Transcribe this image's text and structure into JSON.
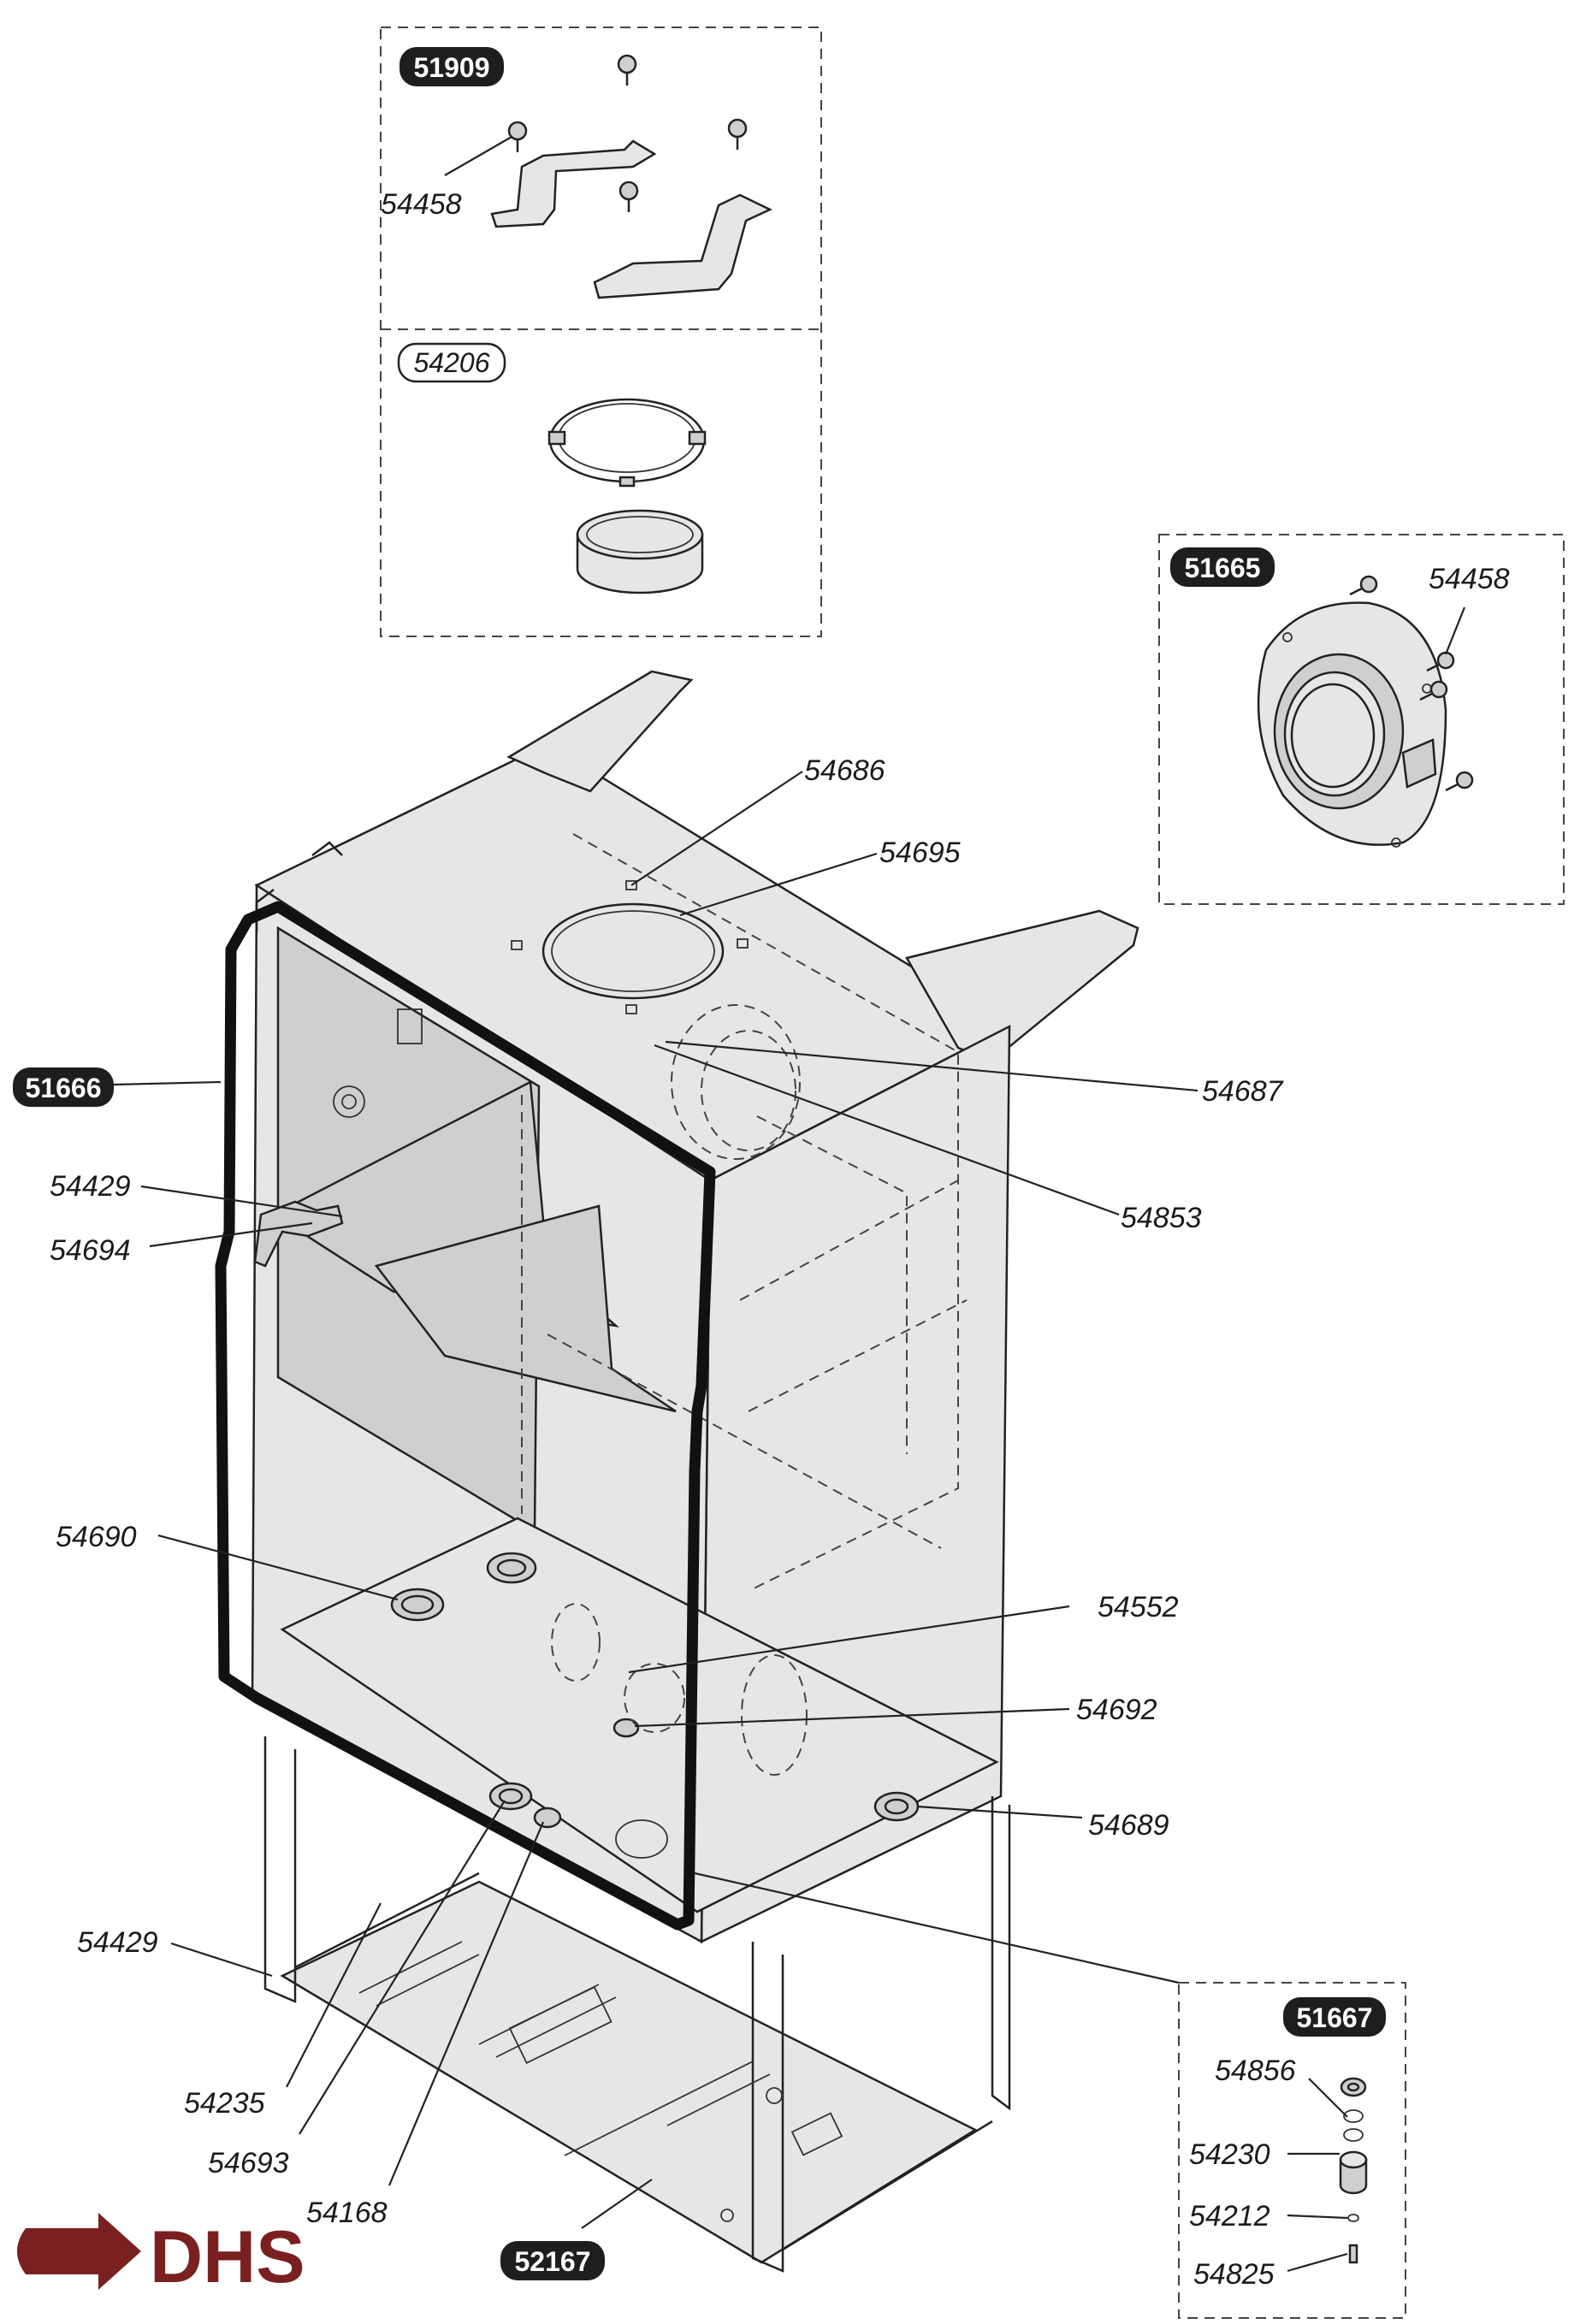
{
  "kits": {
    "k51909": "51909",
    "k54206": "54206",
    "k51665": "51665",
    "k51666": "51666",
    "k51667": "51667",
    "k52167": "52167"
  },
  "parts": {
    "p54458a": "54458",
    "p54458b": "54458",
    "p54686": "54686",
    "p54695": "54695",
    "p54687": "54687",
    "p54853": "54853",
    "p54429a": "54429",
    "p54694": "54694",
    "p54690": "54690",
    "p54552": "54552",
    "p54692": "54692",
    "p54689": "54689",
    "p54429b": "54429",
    "p54235": "54235",
    "p54693": "54693",
    "p54168": "54168",
    "p54856": "54856",
    "p54230": "54230",
    "p54212": "54212",
    "p54825": "54825"
  },
  "logo": {
    "text": "DHS",
    "color": "#7a2020"
  },
  "colors": {
    "badge": "#1e1e1e",
    "line": "#222222"
  }
}
